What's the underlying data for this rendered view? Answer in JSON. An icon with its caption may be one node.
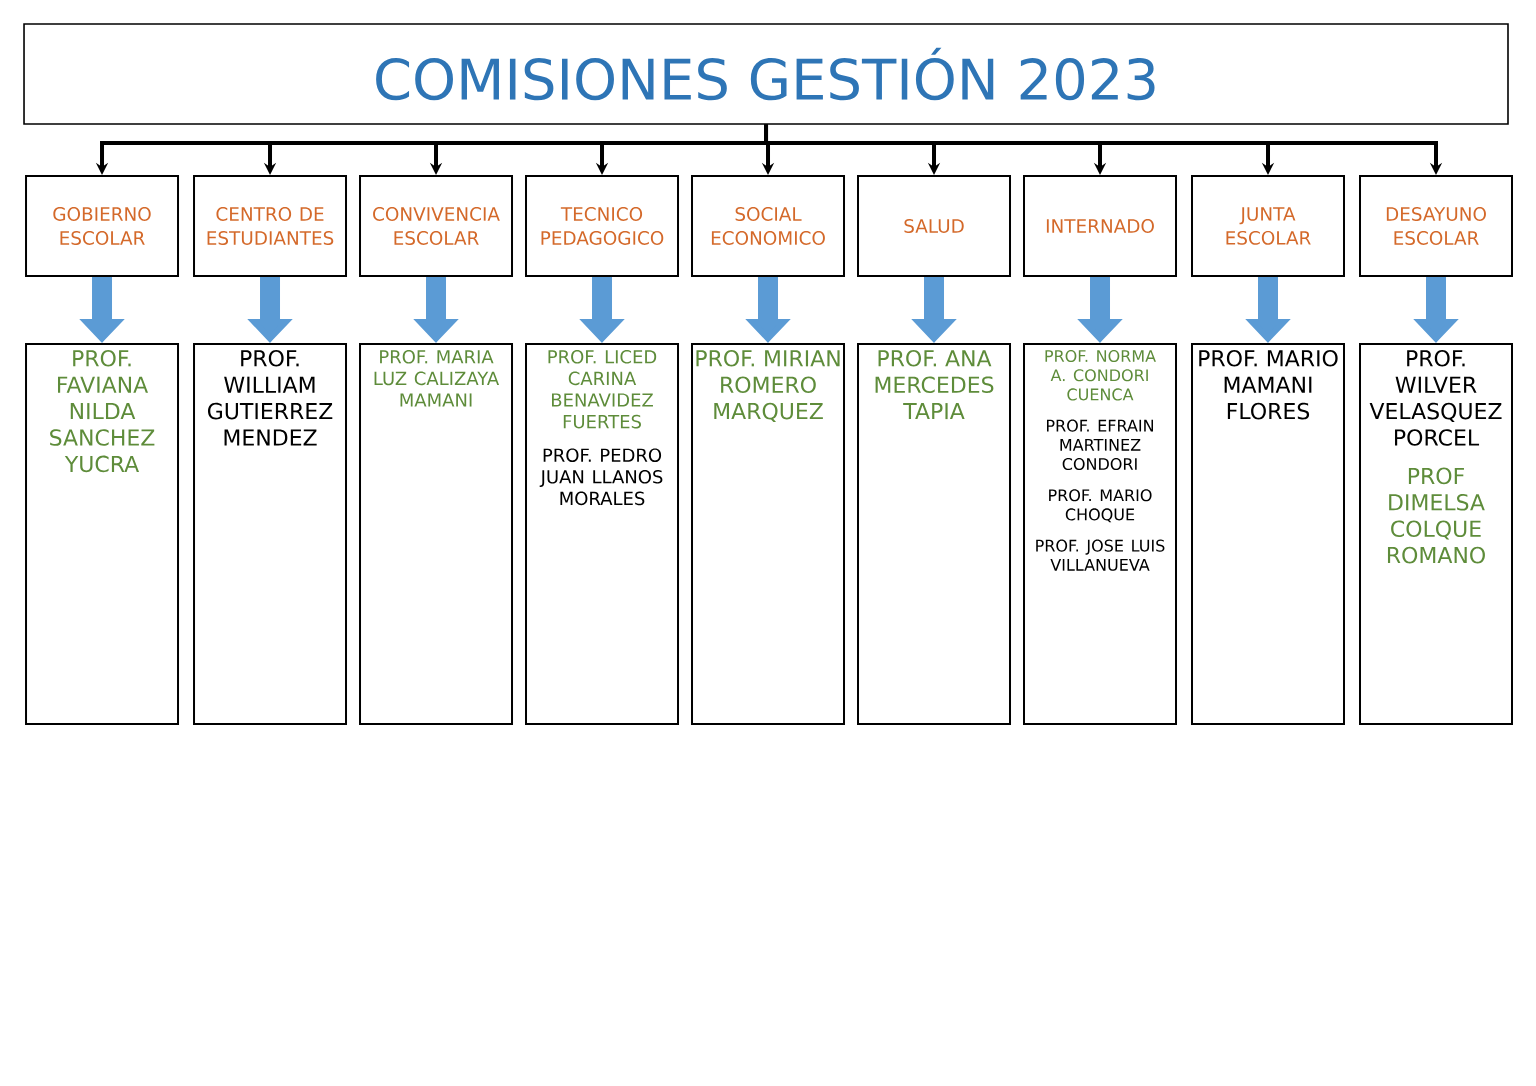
{
  "diagram": {
    "nodes": [
      {
        "text": [
          "COMISIONES GESTIÓN 2023"
        ]
      },
      {
        "text": [
          "GOBIERNO ESCOLAR"
        ]
      },
      {
        "text": [
          "CENTRO DE ESTUDIANTES"
        ]
      },
      {
        "text": [
          "CONVIVENCIA ESCOLAR"
        ]
      },
      {
        "text": [
          "TECNICO PEDAGOGICO"
        ]
      },
      {
        "text": [
          "SOCIAL ECONOMICO"
        ]
      },
      {
        "text": [
          "SALUD"
        ]
      },
      {
        "text": [
          "INTERNADO"
        ]
      },
      {
        "text": [
          "JUNTA ESCOLAR"
        ]
      },
      {
        "text": [
          "DESAYUNO ESCOLAR"
        ]
      },
      {
        "text": [
          "PROF. FAVIANA NILDA SANCHEZ YUCRA"
        ]
      },
      {
        "text": [
          "PROF. WILLIAM GUTIERREZ MENDEZ"
        ]
      },
      {
        "text": [
          "PROF. MARIA LUZ CALIZAYA MAMANI"
        ]
      },
      {
        "text": [
          "PROF. LICED CARINA BENAVIDEZ FUERTES",
          "PROF. PEDRO JUAN LLANOS MORALES"
        ]
      },
      {
        "text": [
          "PROF. MIRIAN ROMERO MARQUEZ"
        ]
      },
      {
        "text": [
          "PROF. ANA MERCEDES TAPIA"
        ]
      },
      {
        "text": [
          "PROF. NORMA A. CONDORI CUENCA",
          "PROF. EFRAIN MARTINEZ CONDORI",
          "PROF. MARIO CHOQUE",
          "PROF. JOSE LUIS VILLANUEVA"
        ]
      },
      {
        "text": [
          "PROF. MARIO MAMANI FLORES"
        ]
      },
      {
        "text": [
          "PROF. WILVER VELASQUEZ PORCEL",
          "PROF DIMELSA COLQUE ROMANO"
        ]
      }
    ],
    "edges": [
      {
        "from": 0,
        "to": 1,
        "arrow": "to"
      },
      {
        "from": 0,
        "to": 2,
        "arrow": "to"
      },
      {
        "from": 0,
        "to": 3,
        "arrow": "to"
      },
      {
        "from": 0,
        "to": 4,
        "arrow": "to"
      },
      {
        "from": 0,
        "to": 5,
        "arrow": "to"
      },
      {
        "from": 0,
        "to": 6,
        "arrow": "to"
      },
      {
        "from": 0,
        "to": 7,
        "arrow": "to"
      },
      {
        "from": 0,
        "to": 8,
        "arrow": "to"
      },
      {
        "from": 0,
        "to": 9,
        "arrow": "to"
      },
      {
        "from": 1,
        "to": 10,
        "arrow": "to",
        "style": "thick",
        "color": "#5b9bd5"
      },
      {
        "from": 2,
        "to": 11,
        "arrow": "to",
        "style": "thick",
        "color": "#5b9bd5"
      },
      {
        "from": 3,
        "to": 12,
        "arrow": "to",
        "style": "thick",
        "color": "#5b9bd5"
      },
      {
        "from": 4,
        "to": 13,
        "arrow": "to",
        "style": "thick",
        "color": "#5b9bd5"
      },
      {
        "from": 5,
        "to": 14,
        "arrow": "to",
        "style": "thick",
        "color": "#5b9bd5"
      },
      {
        "from": 6,
        "to": 15,
        "arrow": "to",
        "style": "thick",
        "color": "#5b9bd5"
      },
      {
        "from": 7,
        "to": 16,
        "arrow": "to",
        "style": "thick",
        "color": "#5b9bd5"
      },
      {
        "from": 8,
        "to": 17,
        "arrow": "to",
        "style": "thick",
        "color": "#5b9bd5"
      },
      {
        "from": 9,
        "to": 18,
        "arrow": "to",
        "style": "thick",
        "color": "#5b9bd5"
      }
    ]
  }
}
